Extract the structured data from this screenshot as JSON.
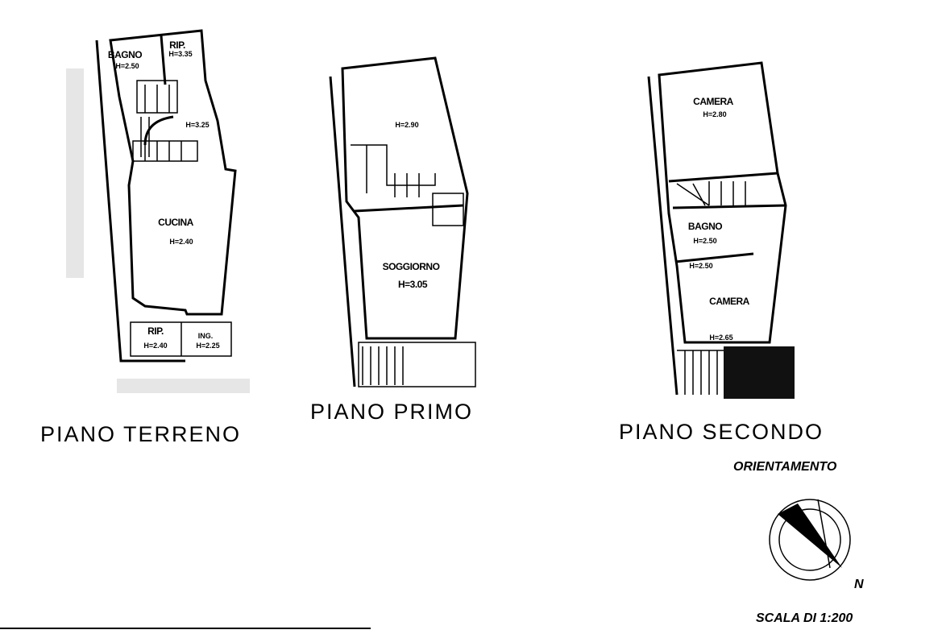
{
  "plans": {
    "terreno": {
      "title": "PIANO TERRENO",
      "rooms": [
        {
          "name": "BAGNO",
          "height": "H=2.50"
        },
        {
          "name": "RIP.",
          "height": "H=3.35"
        },
        {
          "name": "",
          "height": "H=3.25"
        },
        {
          "name": "CUCINA",
          "height": "H=2.40"
        },
        {
          "name": "RIP.",
          "height": "H=2.40"
        },
        {
          "name": "ING.",
          "height": "H=2.25"
        }
      ]
    },
    "primo": {
      "title": "PIANO PRIMO",
      "rooms": [
        {
          "name": "",
          "height": "H=2.90"
        },
        {
          "name": "SOGGIORNO",
          "height": "H=3.05"
        }
      ]
    },
    "secondo": {
      "title": "PIANO SECONDO",
      "rooms": [
        {
          "name": "CAMERA",
          "height": "H=2.80"
        },
        {
          "name": "BAGNO",
          "height": "H=2.50"
        },
        {
          "name": "",
          "height": "H=2.50"
        },
        {
          "name": "CAMERA",
          "height": "H=2.65"
        }
      ]
    }
  },
  "orientation": {
    "label": "ORIENTAMENTO",
    "north": "N"
  },
  "scale": "SCALA DI 1:200"
}
